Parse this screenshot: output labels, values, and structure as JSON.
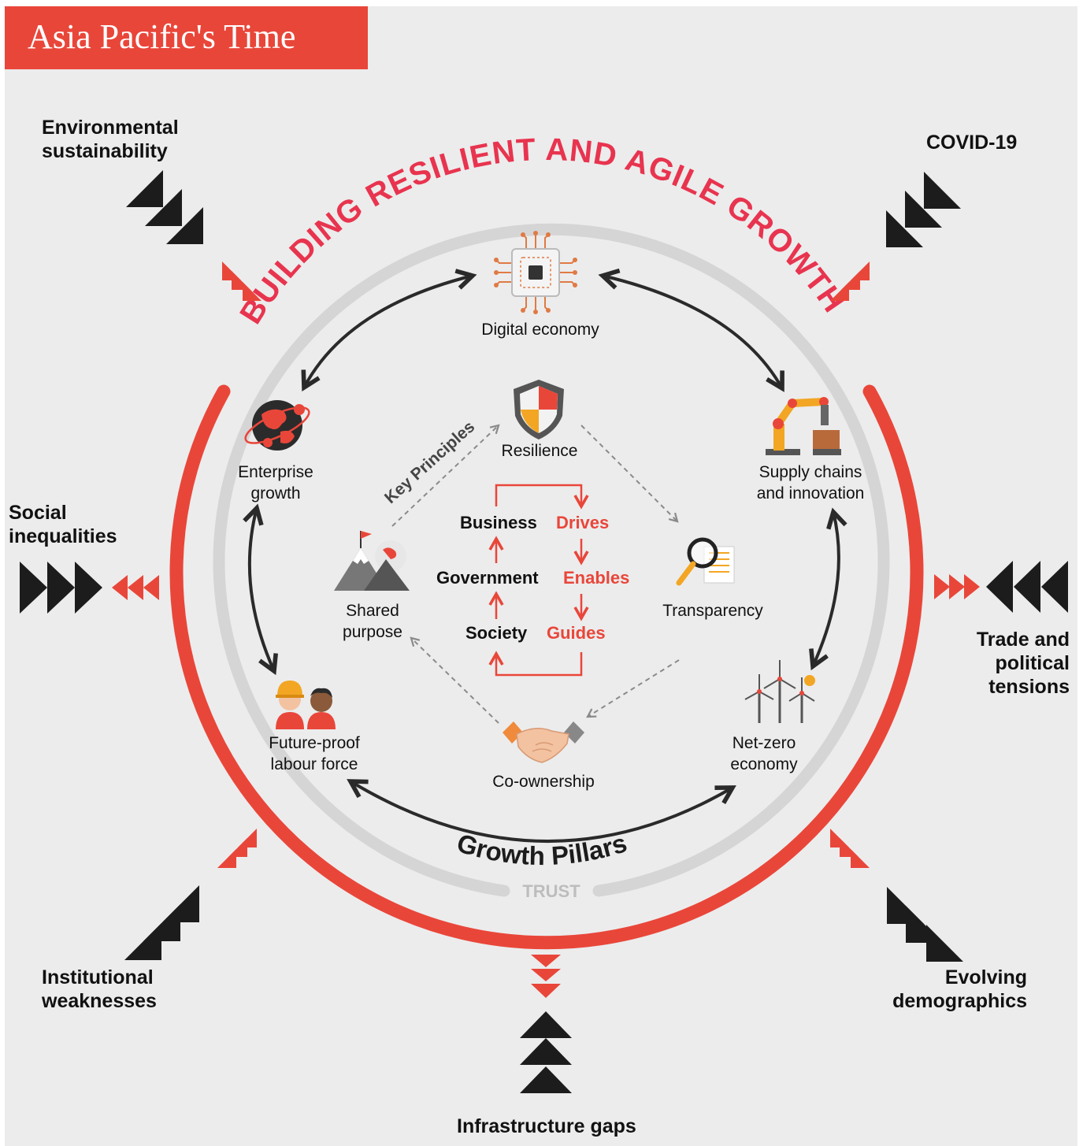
{
  "title": "Asia Pacific's Time",
  "headline": "BUILDING RESILIENT AND AGILE GROWTH",
  "growth_pillars_label": "Growth Pillars",
  "trust_label": "TRUST",
  "key_principles_label": "Key Principles",
  "pressures": {
    "environmental": [
      "Environmental",
      "sustainability"
    ],
    "covid": [
      "COVID-19"
    ],
    "social": [
      "Social",
      "inequalities"
    ],
    "trade": [
      "Trade and",
      "political",
      "tensions"
    ],
    "institutional": [
      "Institutional",
      "weaknesses"
    ],
    "demographics": [
      "Evolving",
      "demographics"
    ],
    "infrastructure": [
      "Infrastructure gaps"
    ]
  },
  "pillars": {
    "digital": [
      "Digital economy"
    ],
    "enterprise": [
      "Enterprise",
      "growth"
    ],
    "supply": [
      "Supply chains",
      "and innovation"
    ],
    "labour": [
      "Future-proof",
      "labour force"
    ],
    "netzero": [
      "Net-zero",
      "economy"
    ]
  },
  "principles": {
    "resilience": [
      "Resilience"
    ],
    "shared": [
      "Shared",
      "purpose"
    ],
    "transparency": [
      "Transparency"
    ],
    "coownership": [
      "Co-ownership"
    ]
  },
  "model": {
    "business": "Business",
    "drives": "Drives",
    "government": "Government",
    "enables": "Enables",
    "society": "Society",
    "guides": "Guides"
  },
  "colors": {
    "accent": "#e9463a",
    "headline": "#e8344f",
    "dark": "#1c1c1c",
    "background": "#ececec",
    "trust_ring": "#d5d5d6"
  },
  "icons": {
    "digital": "chip-icon",
    "enterprise": "globe-icon",
    "supply": "robot-arm-icon",
    "labour": "workers-icon",
    "netzero": "wind-turbine-icon",
    "resilience": "shield-icon",
    "shared": "mountain-flag-icon",
    "transparency": "magnifier-icon",
    "coownership": "handshake-icon"
  }
}
